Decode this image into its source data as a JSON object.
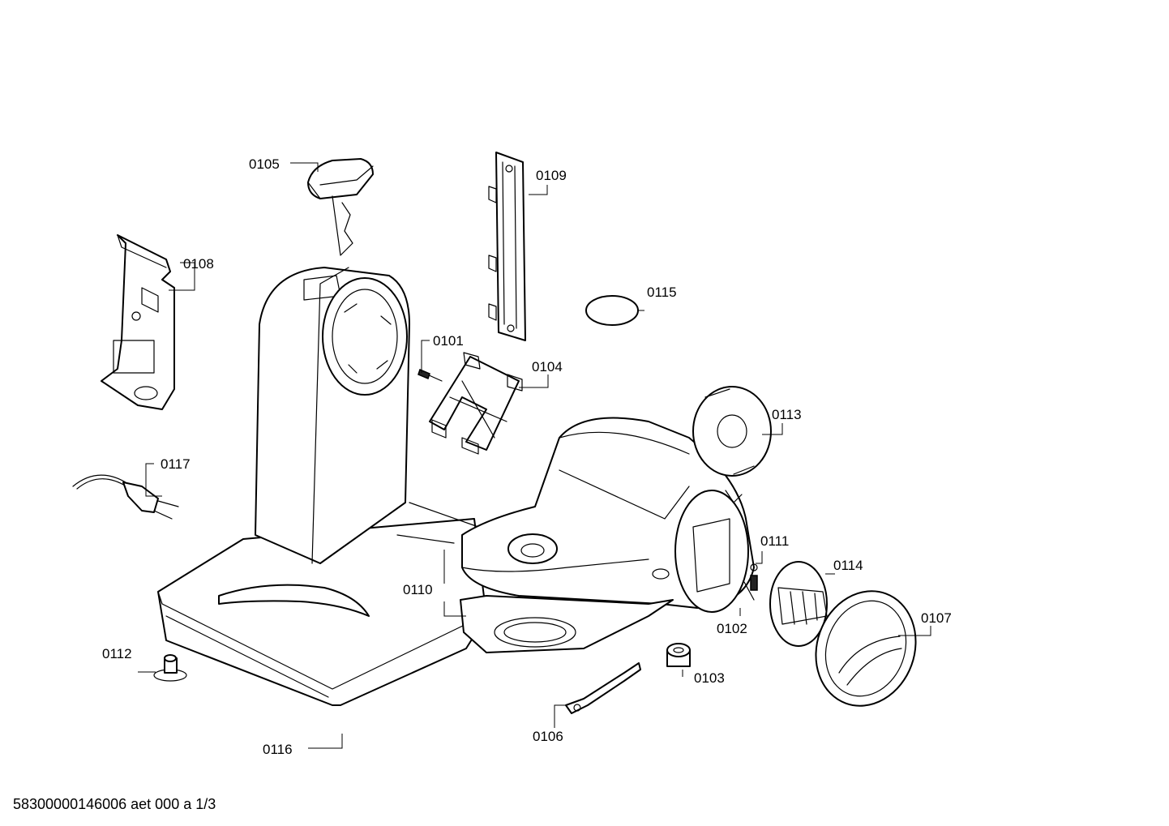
{
  "diagram": {
    "labels": {
      "p0101": "0101",
      "p0102": "0102",
      "p0103": "0103",
      "p0104": "0104",
      "p0105": "0105",
      "p0106": "0106",
      "p0107": "0107",
      "p0108": "0108",
      "p0109": "0109",
      "p0110a": "0110",
      "p0111": "0111",
      "p0112": "0112",
      "p0113": "0113",
      "p0114": "0114",
      "p0115": "0115",
      "p0116": "0116",
      "p0117": "0117"
    },
    "footer": "58300000146006 aet 000 a 1/3"
  }
}
